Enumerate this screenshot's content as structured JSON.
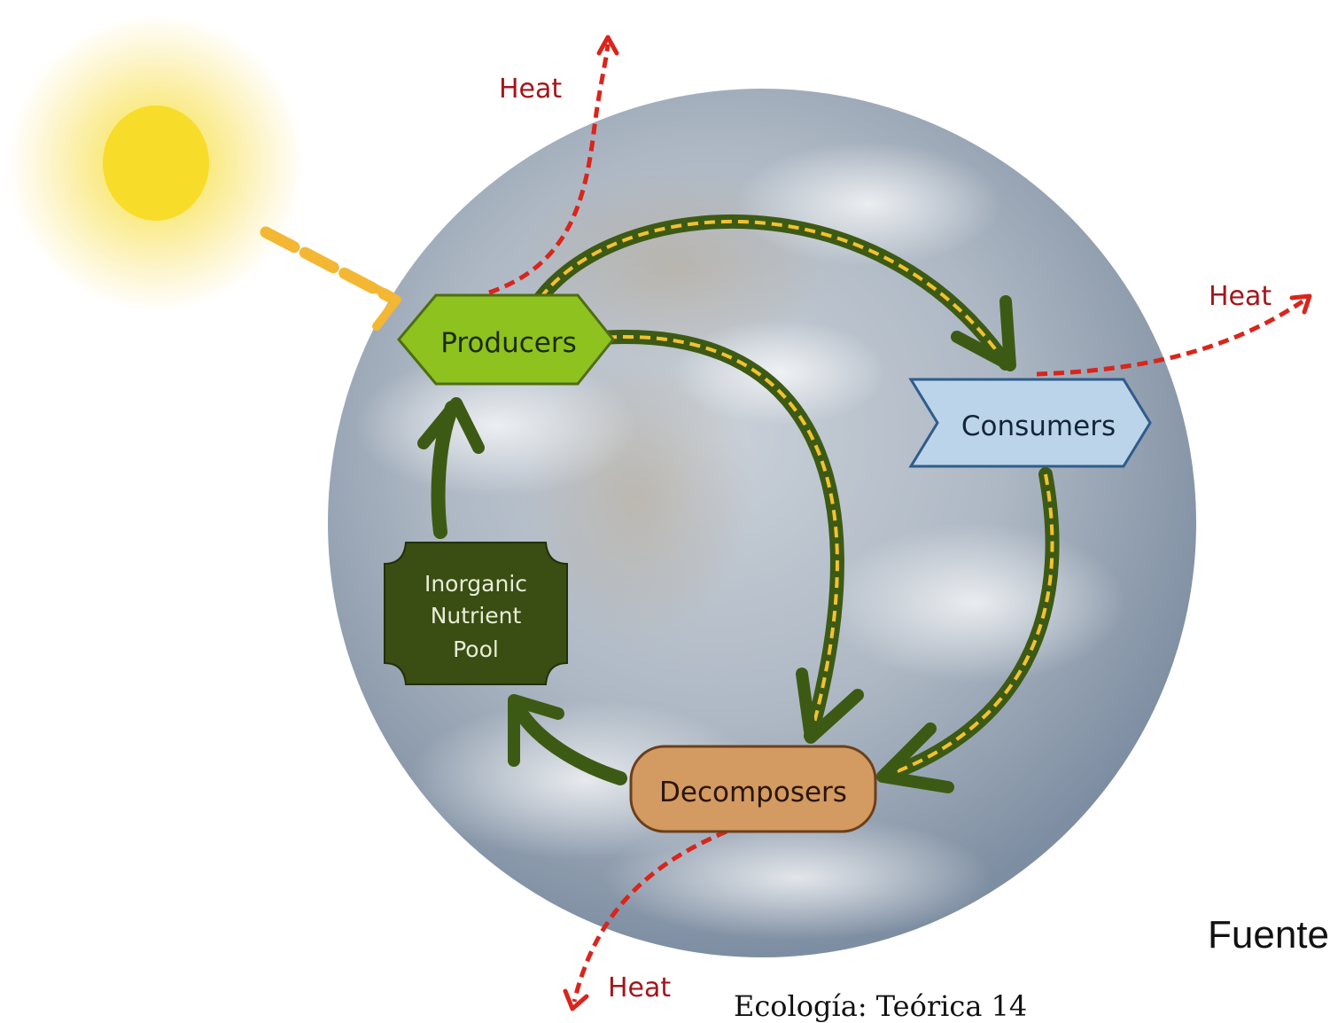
{
  "diagram": {
    "nodes": {
      "producers": "Producers",
      "consumers": "Consumers",
      "decomposers": "Decomposers",
      "nutrient_pool": [
        "Inorganic",
        "Nutrient",
        "Pool"
      ]
    },
    "heat_labels": {
      "top": "Heat",
      "right": "Heat",
      "bottom": "Heat"
    }
  },
  "footer": {
    "caption": "Ecología: Teórica 14",
    "source_fragment": "Fuente"
  },
  "colors": {
    "producers_fill": "#8dc21f",
    "consumers_fill": "#bcd4ea",
    "decomposers_fill": "#d39a62",
    "nutrient_pool_fill": "#3a4d12",
    "nutrient_arrow": "#3d5a14",
    "energy_dash": "#f2c230",
    "heat_arrow": "#d9251b",
    "sun_core": "#f7dc2a"
  }
}
